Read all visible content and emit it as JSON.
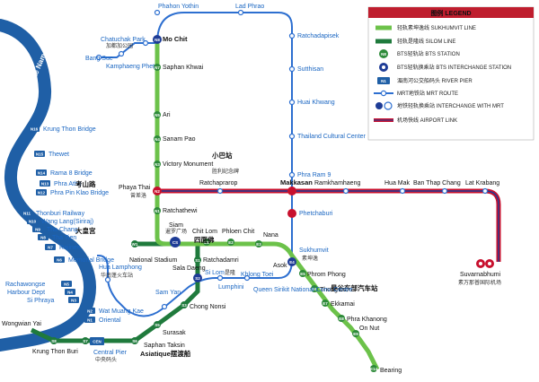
{
  "colors": {
    "river": "#1f5fa6",
    "sukhumvit": "#6cc24a",
    "silom": "#1f7a3c",
    "mrt": "#2d6fd0",
    "airport": "#c8102e",
    "airport_blue": "#1e3c96",
    "bts_station": "#2e8b3a",
    "legend_header": "#bf1e2e"
  },
  "legend": {
    "title": "图例 LEGEND",
    "items": [
      {
        "icon": "sukhumvit-line-icon",
        "label": "轻轨素坤逸线 SUKHUMVIT LINE"
      },
      {
        "icon": "silom-line-icon",
        "label": "轻轨是隆线 SILOM LINE"
      },
      {
        "icon": "bts-station-icon",
        "label": "BTS轻轨站 BTS STATION",
        "code": "N8"
      },
      {
        "icon": "bts-interchange-icon",
        "label": "BTS轻轨换乘站 BTS INTERCHANGE STATION"
      },
      {
        "icon": "river-pier-icon",
        "label": "湄南河公交船码头 RIVER PIER",
        "code": "N1"
      },
      {
        "icon": "mrt-route-icon",
        "label": "MRT地铁站 MRT ROUTE"
      },
      {
        "icon": "mrt-interchange-icon",
        "label": "地铁轻轨换乘站 INTERCHANGE WITH MRT"
      },
      {
        "icon": "airport-link-icon",
        "label": "机场快线 AIRPORT LINK"
      }
    ]
  },
  "river_name": "湄南河 Mae Nam Chao Phraya",
  "piers": [
    {
      "code": "N16",
      "label": "Krung Thon Bridge"
    },
    {
      "code": "N15",
      "label": "Thewet"
    },
    {
      "code": "N14",
      "label": "Rama 8 Bridge"
    },
    {
      "code": "N13",
      "label": "Phra Athit"
    },
    {
      "code": "N12",
      "label": "Phra Pin Klao Bridge"
    },
    {
      "code": "N11",
      "label": "Thonburi Railway"
    },
    {
      "code": "N10",
      "label": "Wang Lang(Siriraj)"
    },
    {
      "code": "N9",
      "label": "Tha Chang"
    },
    {
      "code": "N8",
      "label": "Tha Tien"
    },
    {
      "code": "N7",
      "label": "Rajinee"
    },
    {
      "code": "N6",
      "label": "Memorial Bridge"
    },
    {
      "code": "N5",
      "label": "Rachawongse"
    },
    {
      "code": "N4",
      "label": "Harbour Dept"
    },
    {
      "code": "N3",
      "label": "Si Phraya"
    },
    {
      "code": "N2",
      "label": "Wat Muang Kae"
    },
    {
      "code": "N1",
      "label": "Oriental"
    },
    {
      "code": "CEN",
      "label": "Central Pier",
      "cn": "中央码头"
    }
  ],
  "bts_stations": [
    {
      "code": "N8",
      "label": "Mo Chit"
    },
    {
      "code": "N7",
      "label": "Saphan Khwai"
    },
    {
      "code": "N5",
      "label": "Ari"
    },
    {
      "code": "N4",
      "label": "Sanam Pao"
    },
    {
      "code": "N3",
      "label": "Victory Monument",
      "cn": "胜利纪念碑",
      "note": "小巴站"
    },
    {
      "code": "N2",
      "label": "Phaya Thai",
      "cn": "曾差洛"
    },
    {
      "code": "N1",
      "label": "Ratchathewi"
    },
    {
      "code": "CS",
      "label": "Siam",
      "cn": "暹罗广场"
    },
    {
      "code": "E1",
      "label": "Chit Lom"
    },
    {
      "code": "E2",
      "label": "Phloen Chit"
    },
    {
      "code": "E3",
      "label": "Nana"
    },
    {
      "code": "E4",
      "label": "Asok"
    },
    {
      "code": "E5",
      "label": "Phrom Phong"
    },
    {
      "code": "E6",
      "label": "Thong Lo"
    },
    {
      "code": "E7",
      "label": "Ekkamai",
      "note": "曼谷东部汽车站"
    },
    {
      "code": "E8",
      "label": "Phra Khanong"
    },
    {
      "code": "E9",
      "label": "On Nut"
    },
    {
      "code": "E14",
      "label": "Bearing"
    },
    {
      "code": "W1",
      "label": "National Stadium"
    },
    {
      "code": "S1",
      "label": "Ratchadamri"
    },
    {
      "code": "S2",
      "label": "Sala Daeng"
    },
    {
      "code": "S3",
      "label": "Chong Nonsi"
    },
    {
      "code": "S5",
      "label": "Surasak"
    },
    {
      "code": "S6",
      "label": "Saphan Taksin"
    },
    {
      "code": "S7",
      "label": "Krung Thon Buri"
    },
    {
      "code": "S8",
      "label": "Wongwian Yai"
    }
  ],
  "mrt_stations": [
    "Phahon Yothin",
    "Lad Phrao",
    "Ratchadapisek",
    "Sutthisan",
    "Huai Khwang",
    "Thailand Cultural Center",
    "Phra Ram 9",
    "Phetchaburi",
    "Sukhumvit",
    "Queen Sirikit National Conv. Centre",
    "Khlong Toei",
    "Lumphini",
    "Si Lom",
    "Sam Yan",
    "Hua Lamphong",
    "Bang Sue",
    "Kamphaeng Phet",
    "Chatuchak Park"
  ],
  "mrt_cn": {
    "chatuchak": "加都加公园",
    "sukhumvit": "素坤逸",
    "silom": "是隆",
    "hualamphong": "华南蓬火车站"
  },
  "airport_stations": [
    "Ratchaprarop",
    "Makkasan",
    "Ramkhamhaeng",
    "Hua Mak",
    "Ban Thap Chang",
    "Lat Krabang",
    "Suvarnabhumi"
  ],
  "airport_cn": "素万那普国际机场",
  "landmarks": {
    "khao_san": "考山路",
    "grand_palace": "大皇宫",
    "siam_cn": "四面佛",
    "asiatique": "Asiatique摆渡船"
  }
}
